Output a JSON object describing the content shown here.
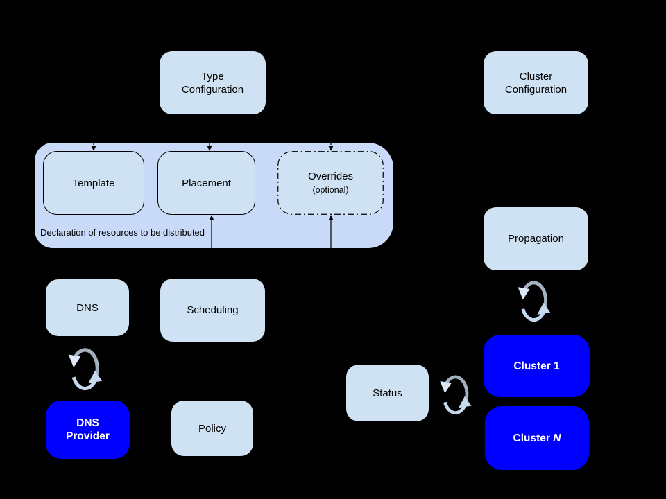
{
  "colors": {
    "background": "#000000",
    "group_fill": "#c9daf8",
    "box_fill": "#cfe2f3",
    "cluster_fill": "#0000ff",
    "text_dark": "#000000",
    "text_light": "#ffffff"
  },
  "nodes": {
    "type_configuration": {
      "line1": "Type",
      "line2": "Configuration"
    },
    "cluster_configuration": {
      "line1": "Cluster",
      "line2": "Configuration"
    },
    "template": {
      "label": "Template"
    },
    "placement": {
      "label": "Placement"
    },
    "overrides": {
      "label": "Overrides",
      "sublabel": "(optional)"
    },
    "group_caption": "Declaration of resources to be distributed",
    "dns": {
      "label": "DNS"
    },
    "scheduling": {
      "label": "Scheduling"
    },
    "dns_provider": {
      "line1": "DNS",
      "line2": "Provider"
    },
    "policy": {
      "label": "Policy"
    },
    "propagation": {
      "label": "Propagation"
    },
    "status": {
      "label": "Status"
    },
    "cluster_1": {
      "label": "Cluster 1"
    },
    "cluster_n": {
      "prefix": "Cluster ",
      "n": "N"
    }
  }
}
